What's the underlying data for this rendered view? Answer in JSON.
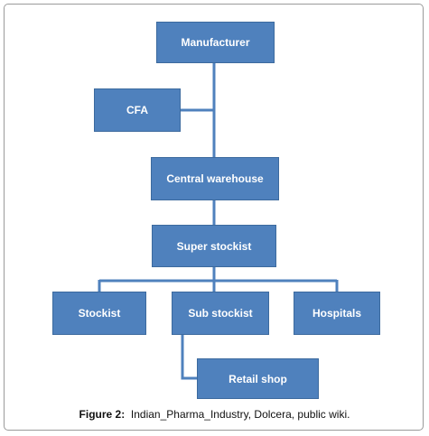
{
  "diagram": {
    "nodes": {
      "manufacturer": "Manufacturer",
      "cfa": "CFA",
      "central_warehouse": "Central warehouse",
      "super_stockist": "Super stockist",
      "stockist": "Stockist",
      "sub_stockist": "Sub stockist",
      "hospitals": "Hospitals",
      "retail_shop": "Retail shop"
    },
    "colors": {
      "node_fill": "#4f81bd",
      "connector": "#4f81bd"
    }
  },
  "caption": {
    "label": "Figure 2:",
    "text": "Indian_Pharma_Industry, Dolcera, public wiki."
  }
}
